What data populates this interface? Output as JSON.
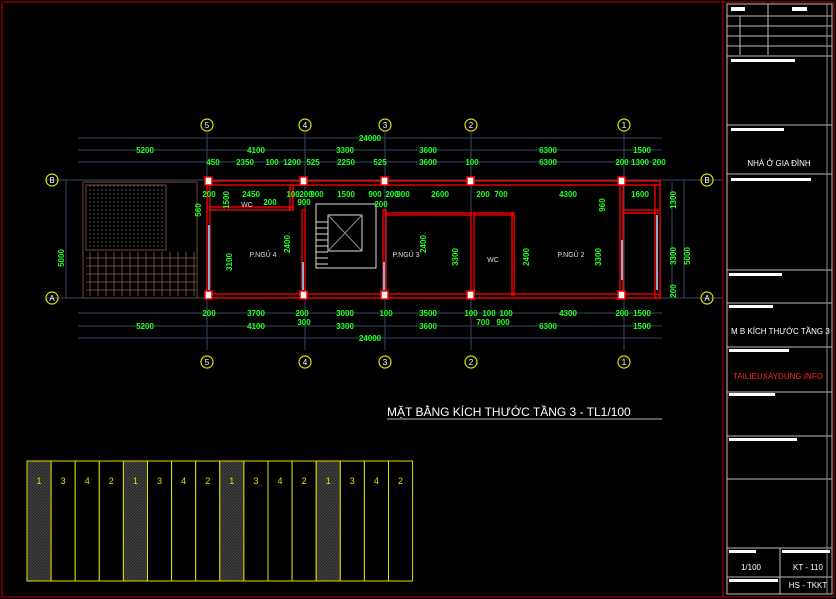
{
  "drawing": {
    "title": "MẶT BẰNG KÍCH THƯỚC TẦNG 3 - TL1/100",
    "axes_vertical": [
      "5",
      "4",
      "3",
      "2",
      "1"
    ],
    "axes_horizontal": [
      "B",
      "A"
    ],
    "rooms": [
      "P.NGỦ 4",
      "WC",
      "P.NGỦ 3",
      "WC",
      "P.NGỦ 2"
    ],
    "dims_top_total": "24000",
    "dims_top_row1": [
      "5200",
      "4100",
      "3300",
      "3600",
      "6300",
      "1500"
    ],
    "dims_top_row2": [
      "450",
      "2350",
      "100",
      "1200",
      "525",
      "2250",
      "525",
      "3600",
      "100",
      "6300",
      "200",
      "1300",
      "200"
    ],
    "dims_bottom_row1": [
      "200",
      "3700",
      "200",
      "3000",
      "100",
      "3500",
      "100",
      "100",
      "100",
      "4300",
      "200",
      "1500"
    ],
    "dims_bottom_row2": [
      "300",
      "700",
      "900"
    ],
    "dims_bottom_row3": [
      "5200",
      "4100",
      "3300",
      "3600",
      "6300",
      "1500"
    ],
    "dims_bottom_total": "24000",
    "dims_left": "5000",
    "dims_right": [
      "5000",
      "1300",
      "3300",
      "200"
    ],
    "dims_interior": [
      "2450",
      "100",
      "200",
      "900",
      "1500",
      "900",
      "200",
      "900",
      "2600",
      "200",
      "700",
      "4300",
      "1600",
      "200",
      "900",
      "3100",
      "2400",
      "2400",
      "3300",
      "2400",
      "3300",
      "960",
      "1500",
      "560",
      "200",
      "200"
    ]
  },
  "title_block": {
    "project": "NHÀ Ở GIA ĐÌNH",
    "sheet_name": "M B KÍCH THƯỚC TẦNG 3",
    "watermark": "TAILIEUXAYDUNG.INFO",
    "scale": "1/100",
    "sheet_code": "KT - 110",
    "phase": "HS - TKKT"
  },
  "layer_strip": {
    "labels": [
      "1",
      "3",
      "4",
      "2",
      "1",
      "3",
      "4",
      "2",
      "1",
      "3",
      "4",
      "2",
      "1",
      "3",
      "4",
      "2"
    ]
  },
  "colors": {
    "wall": "#ff0000",
    "dim": "#22ff22",
    "dimline": "#3a4a6a",
    "axis": "#e0e000",
    "strip": "#e0e000",
    "frame": "#c00000"
  }
}
